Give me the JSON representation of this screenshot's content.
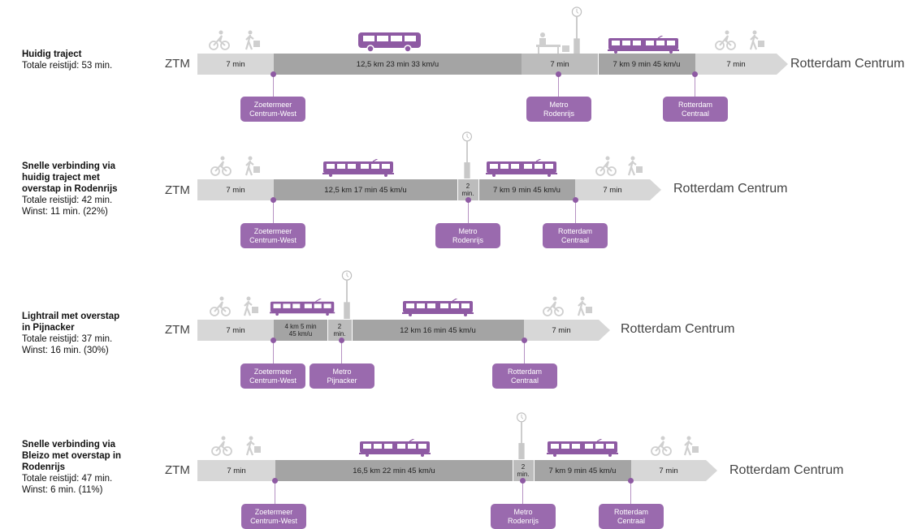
{
  "rows": [
    {
      "title": "Huidig traject",
      "lines": [
        "Totale reistijd: 53 min."
      ],
      "origin": "ZTM",
      "destination": "Rotterdam Centrum",
      "segments": [
        {
          "label": "7 min"
        },
        {
          "label": "12,5 km    23 min    33 km/u"
        },
        {
          "label": "7 min"
        },
        {
          "label": "7 km    9 min    45 km/u"
        },
        {
          "label": "7 min"
        }
      ],
      "stops": [
        {
          "line1": "Zoetermeer",
          "line2": "Centrum-West"
        },
        {
          "line1": "Metro",
          "line2": "Rodenrijs"
        },
        {
          "line1": "Rotterdam",
          "line2": "Centraal"
        }
      ]
    },
    {
      "title": "Snelle verbinding via huidig traject met overstap in Rodenrijs",
      "title_lines": [
        "Snelle verbinding via",
        "huidig traject met",
        "overstap in Rodenrijs"
      ],
      "lines": [
        "Totale reistijd: 42 min.",
        "Winst: 11 min. (22%)"
      ],
      "origin": "ZTM",
      "destination": "Rotterdam Centrum",
      "segments": [
        {
          "label": "7 min"
        },
        {
          "label": "12,5 km    17 min    45 km/u"
        },
        {
          "label1": "2",
          "label2": "min."
        },
        {
          "label": "7 km    9 min    45 km/u"
        },
        {
          "label": "7 min"
        }
      ],
      "stops": [
        {
          "line1": "Zoetermeer",
          "line2": "Centrum-West"
        },
        {
          "line1": "Metro",
          "line2": "Rodenrijs"
        },
        {
          "line1": "Rotterdam",
          "line2": "Centraal"
        }
      ]
    },
    {
      "title_lines": [
        "Lightrail met overstap",
        "in Pijnacker"
      ],
      "lines": [
        "Totale reistijd: 37 min.",
        "Winst: 16 min. (30%)"
      ],
      "origin": "ZTM",
      "destination": "Rotterdam Centrum",
      "segments": [
        {
          "label": "7 min"
        },
        {
          "label1": "4 km    5 min",
          "label2": "45 km/u"
        },
        {
          "label1": "2",
          "label2": "min."
        },
        {
          "label": "12 km    16 min    45 km/u"
        },
        {
          "label": "7 min"
        }
      ],
      "stops": [
        {
          "line1": "Zoetermeer",
          "line2": "Centrum-West"
        },
        {
          "line1": "Metro",
          "line2": "Pijnacker"
        },
        {
          "line1": "Rotterdam",
          "line2": "Centraal"
        }
      ]
    },
    {
      "title_lines": [
        "Snelle verbinding via",
        "Bleizo met overstap in",
        "Rodenrijs"
      ],
      "lines": [
        "Totale reistijd: 47 min.",
        "Winst: 6 min. (11%)"
      ],
      "origin": "ZTM",
      "destination": "Rotterdam Centrum",
      "segments": [
        {
          "label": "7 min"
        },
        {
          "label": "16,5 km    22 min    45 km/u"
        },
        {
          "label1": "2",
          "label2": "min."
        },
        {
          "label": "7 km    9 min    45 km/u"
        },
        {
          "label": "7 min"
        }
      ],
      "stops": [
        {
          "line1": "Zoetermeer",
          "line2": "Centrum-West"
        },
        {
          "line1": "Metro",
          "line2": "Rodenrijs"
        },
        {
          "line1": "Rotterdam",
          "line2": "Centraal"
        }
      ]
    }
  ],
  "colors": {
    "accent": "#9a6aae",
    "bar_light": "#d7d7d7",
    "bar_dark": "#a4a4a4",
    "icon_grey": "#cfcfcf"
  },
  "icons": [
    "cyclist-icon",
    "walker-with-luggage-icon",
    "bus-icon",
    "tram-icon",
    "clock-pole-icon",
    "waiting-person-icon"
  ]
}
